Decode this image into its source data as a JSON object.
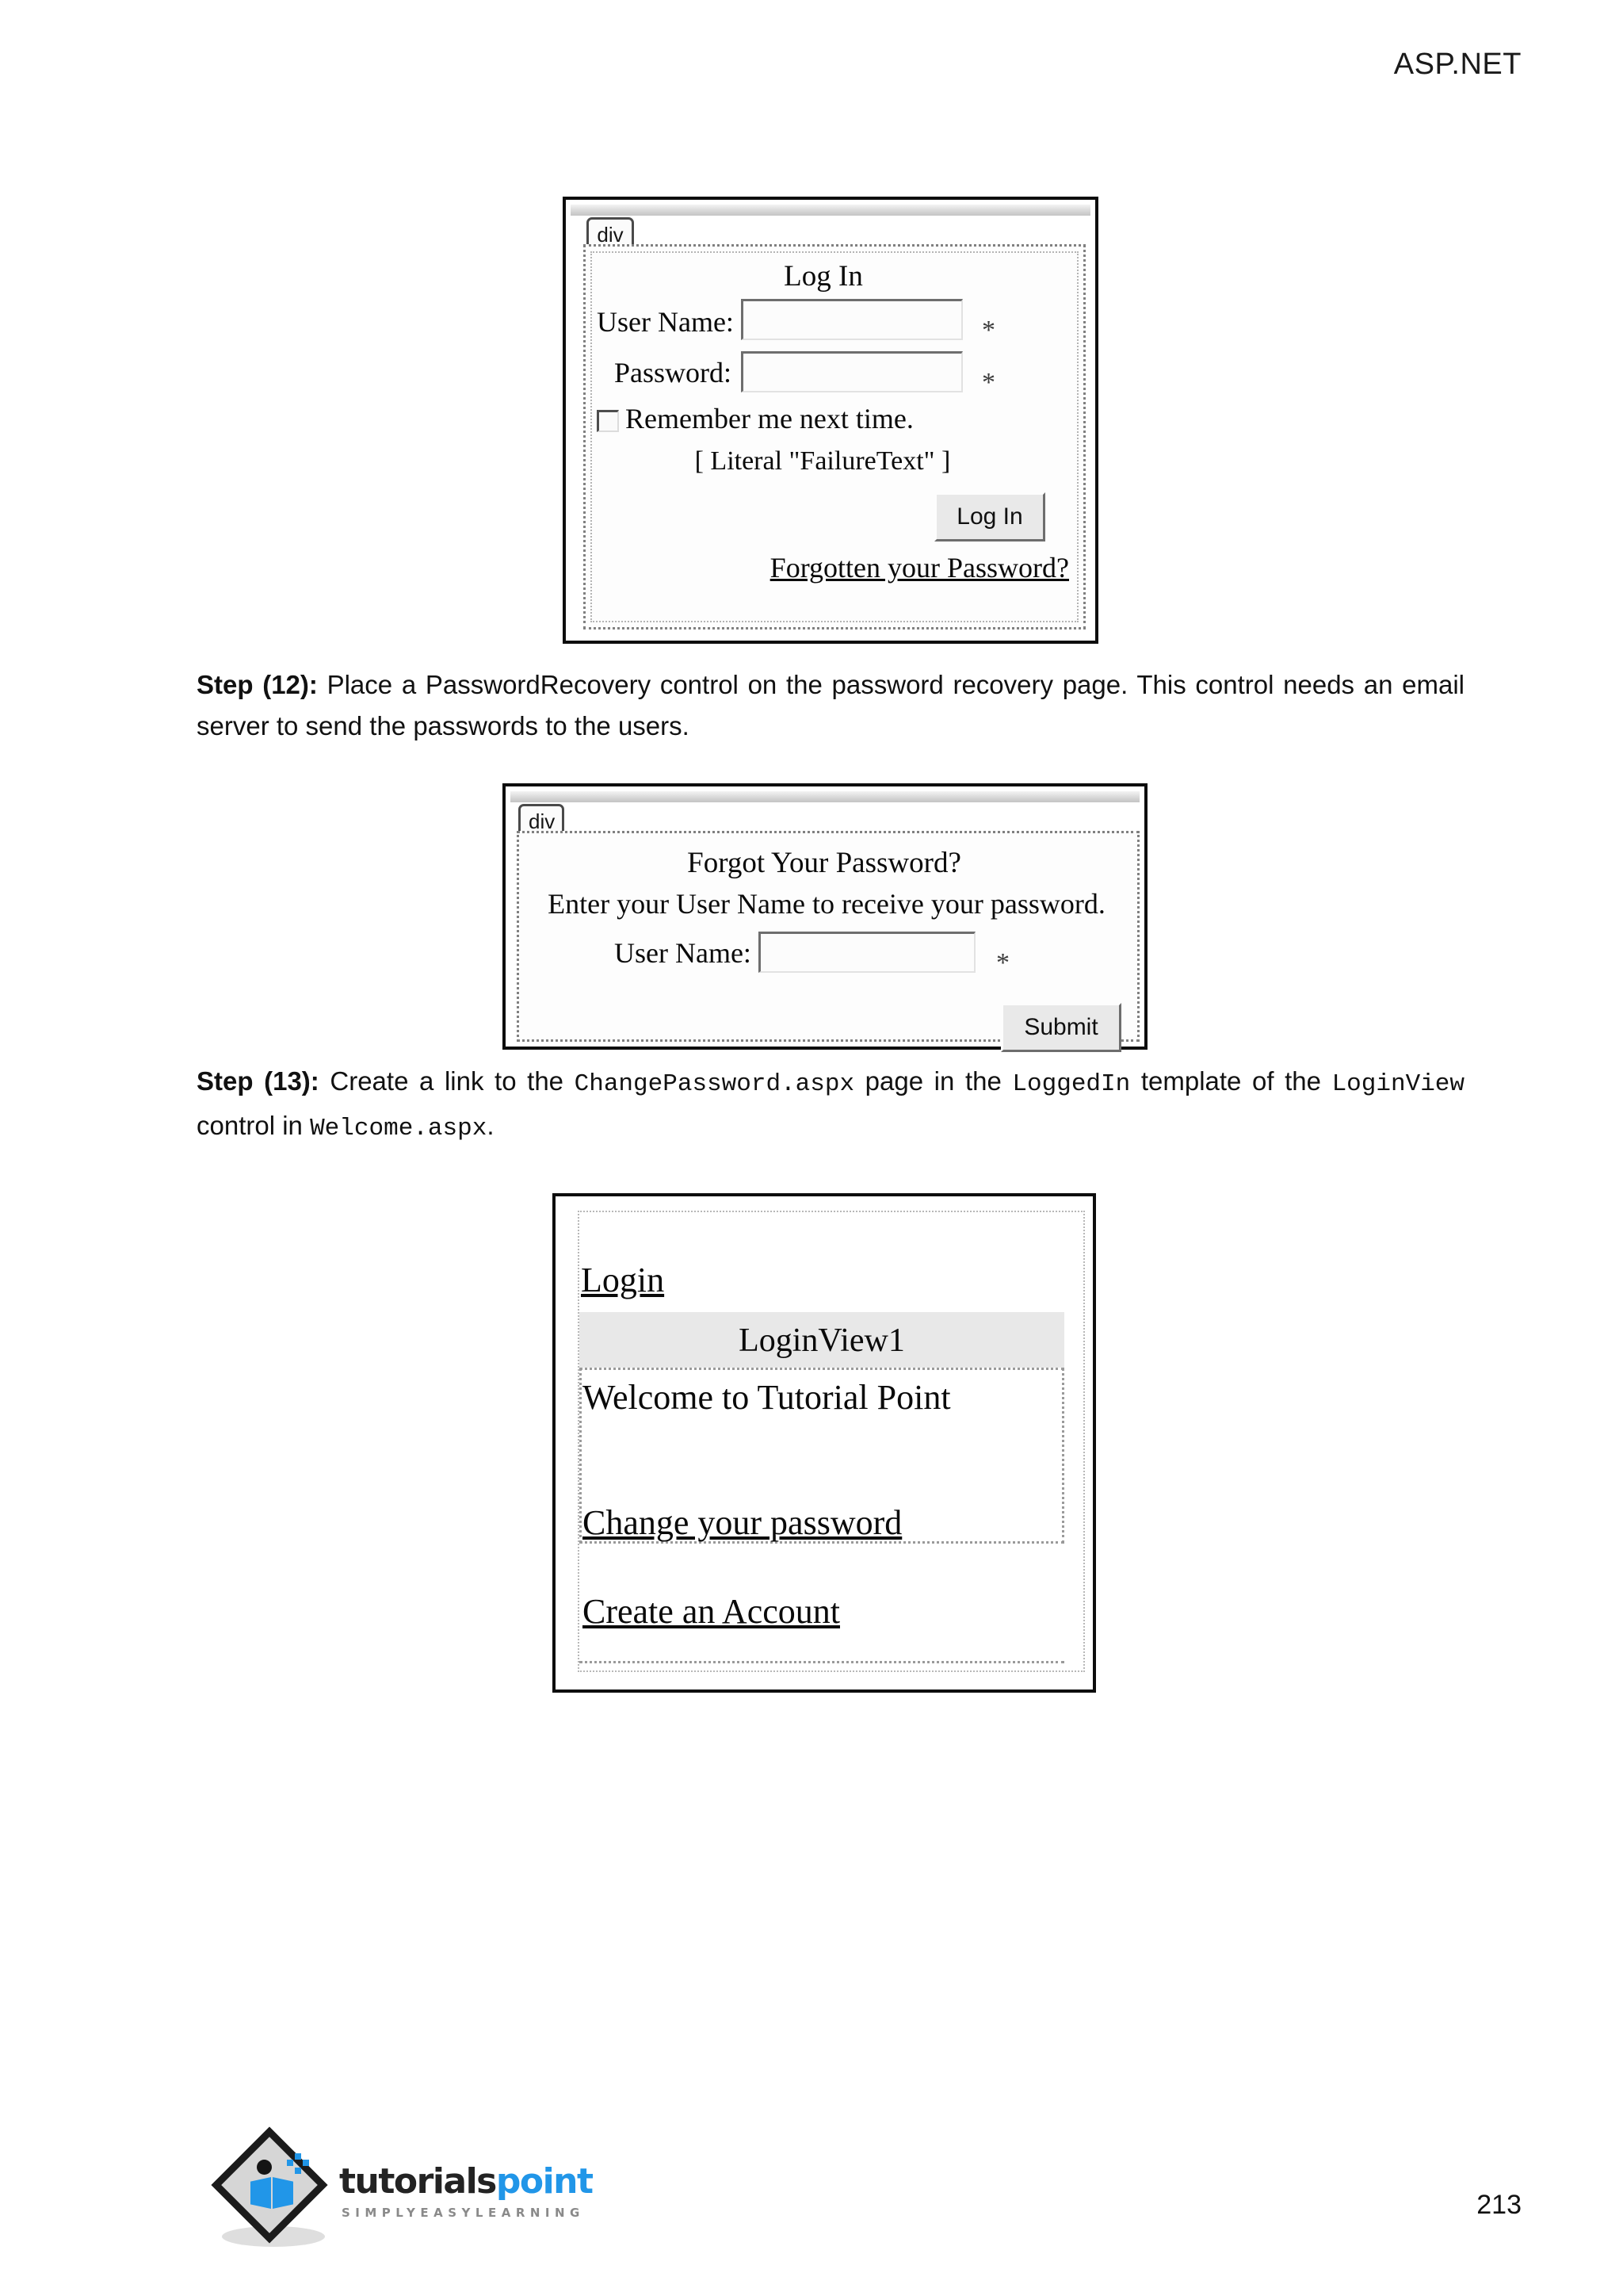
{
  "header": {
    "title": "ASP.NET"
  },
  "steps": [
    {
      "label": "Step (12):",
      "text_parts": [
        {
          "type": "plain",
          "text": " Place a PasswordRecovery control on the password recovery page. This control needs an email server to send the passwords to the users."
        }
      ]
    },
    {
      "label": "Step (13):",
      "text_parts": [
        {
          "type": "plain",
          "text": " Create a link to the "
        },
        {
          "type": "mono",
          "text": "ChangePassword.aspx"
        },
        {
          "type": "plain",
          "text": " page in the "
        },
        {
          "type": "mono",
          "text": "LoggedIn"
        },
        {
          "type": "plain",
          "text": " template of the "
        },
        {
          "type": "mono",
          "text": "LoginView"
        },
        {
          "type": "plain",
          "text": " control in "
        },
        {
          "type": "mono",
          "text": "Welcome.aspx"
        },
        {
          "type": "plain",
          "text": "."
        }
      ]
    }
  ],
  "figure_login": {
    "div_tag": "div",
    "title": "Log In",
    "username_label": "User Name:",
    "username_value": "",
    "username_required": "*",
    "password_label": "Password:",
    "password_value": "",
    "password_required": "*",
    "remember_label": "Remember me next time.",
    "failure_text": "[ Literal \"FailureText\" ]",
    "login_button": "Log In",
    "forgot_link": "Forgotten your Password?"
  },
  "figure_recovery": {
    "div_tag": "div",
    "title": "Forgot Your Password?",
    "instruction": "Enter your User Name to receive your password.",
    "username_label": "User Name:",
    "username_value": "",
    "username_required": "*",
    "submit_button": "Submit"
  },
  "figure_loginview": {
    "login_link": "Login",
    "control_name": "LoginView1",
    "welcome_text": "Welcome to  Tutorial Point",
    "change_password_link": "Change your password",
    "create_account_link": "Create an Account"
  },
  "footer": {
    "logo_word_1": "tutorials",
    "logo_word_2": "point",
    "tagline": "SIMPLYEASYLEARNING",
    "page_number": "213"
  }
}
